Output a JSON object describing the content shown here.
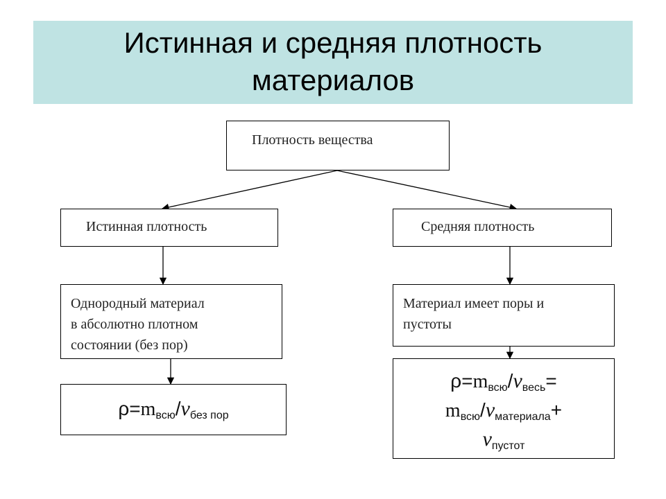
{
  "title": {
    "line1": "Истинная и средняя плотность",
    "line2": "материалов"
  },
  "diagram": {
    "root": "Плотность вещества",
    "left": {
      "heading": "Истинная плотность",
      "desc_line1": "Однородный материал",
      "desc_line2": "в абсолютно плотном",
      "desc_line3": "состоянии (без пор)",
      "formula": {
        "rho_eq": "ρ=",
        "m": "m",
        "m_sub": "всю",
        "slash": "/",
        "v": "v",
        "v_sub": "без пор"
      }
    },
    "right": {
      "heading": "Средняя плотность",
      "desc_line1": "Материал имеет поры и",
      "desc_line2": "пустоты",
      "formula": {
        "rho_eq": "ρ=",
        "m": "m",
        "m_sub": "всю",
        "slash": "/",
        "v": "v",
        "v_sub": "весь",
        "eq": "=",
        "m2": "m",
        "m2_sub": "всю",
        "slash2": "/",
        "v2": "v",
        "v2_sub": "материала",
        "plus": "+",
        "v3": "v",
        "v3_sub": "пустот"
      }
    }
  }
}
